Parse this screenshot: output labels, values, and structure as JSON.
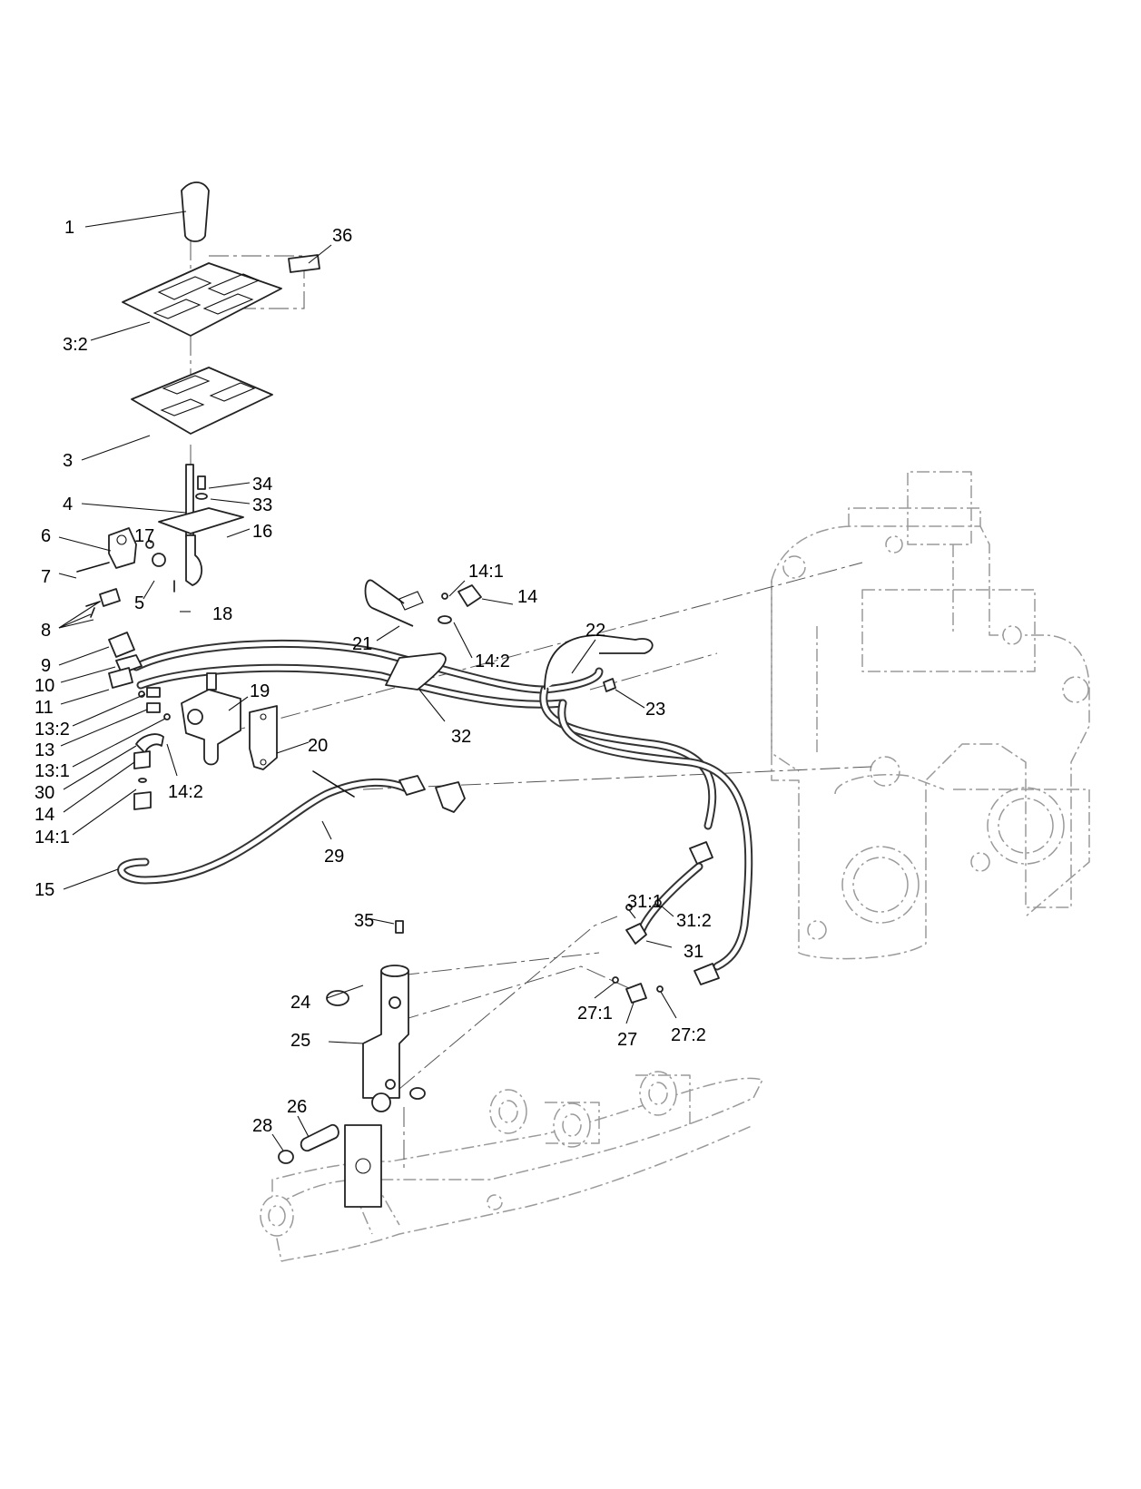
{
  "callouts": [
    {
      "id": "c1",
      "text": "1"
    },
    {
      "id": "c36",
      "text": "36"
    },
    {
      "id": "c3_2",
      "text": "3:2"
    },
    {
      "id": "c3",
      "text": "3"
    },
    {
      "id": "c4",
      "text": "4"
    },
    {
      "id": "c34",
      "text": "34"
    },
    {
      "id": "c33",
      "text": "33"
    },
    {
      "id": "c16",
      "text": "16"
    },
    {
      "id": "c6",
      "text": "6"
    },
    {
      "id": "c17",
      "text": "17"
    },
    {
      "id": "c7",
      "text": "7"
    },
    {
      "id": "c5",
      "text": "5"
    },
    {
      "id": "c18",
      "text": "18"
    },
    {
      "id": "c8",
      "text": "8"
    },
    {
      "id": "c14_1a",
      "text": "14:1"
    },
    {
      "id": "c14a",
      "text": "14"
    },
    {
      "id": "c21",
      "text": "21"
    },
    {
      "id": "c14_2a",
      "text": "14:2"
    },
    {
      "id": "c22",
      "text": "22"
    },
    {
      "id": "c9",
      "text": "9"
    },
    {
      "id": "c10",
      "text": "10"
    },
    {
      "id": "c19",
      "text": "19"
    },
    {
      "id": "c23",
      "text": "23"
    },
    {
      "id": "c11",
      "text": "11"
    },
    {
      "id": "c13_2",
      "text": "13:2"
    },
    {
      "id": "c32",
      "text": "32"
    },
    {
      "id": "c13",
      "text": "13"
    },
    {
      "id": "c13_1",
      "text": "13:1"
    },
    {
      "id": "c20",
      "text": "20"
    },
    {
      "id": "c30",
      "text": "30"
    },
    {
      "id": "c14_2b",
      "text": "14:2"
    },
    {
      "id": "c14b",
      "text": "14"
    },
    {
      "id": "c14_1b",
      "text": "14:1"
    },
    {
      "id": "c29",
      "text": "29"
    },
    {
      "id": "c15",
      "text": "15"
    },
    {
      "id": "c31_1",
      "text": "31:1"
    },
    {
      "id": "c35",
      "text": "35"
    },
    {
      "id": "c31_2",
      "text": "31:2"
    },
    {
      "id": "c31",
      "text": "31"
    },
    {
      "id": "c24",
      "text": "24"
    },
    {
      "id": "c27_1",
      "text": "27:1"
    },
    {
      "id": "c27_2",
      "text": "27:2"
    },
    {
      "id": "c25",
      "text": "25"
    },
    {
      "id": "c27",
      "text": "27"
    },
    {
      "id": "c26",
      "text": "26"
    },
    {
      "id": "c28",
      "text": "28"
    }
  ]
}
